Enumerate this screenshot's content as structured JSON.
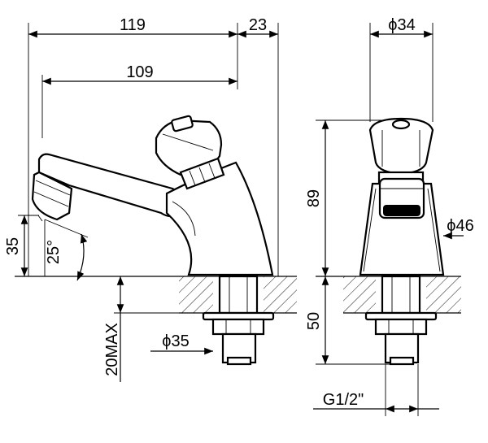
{
  "drawing": {
    "dimensions": {
      "overall_width": "119",
      "depth_right": "23",
      "spout_reach": "109",
      "spout_height": "35",
      "spout_angle": "25°",
      "base_diameter": "ϕ35",
      "clamp_thickness": "20MAX",
      "button_diameter": "ϕ34",
      "overall_height": "89",
      "body_diameter": "ϕ46",
      "thread_length": "50",
      "thread_size": "G1/2\""
    }
  }
}
